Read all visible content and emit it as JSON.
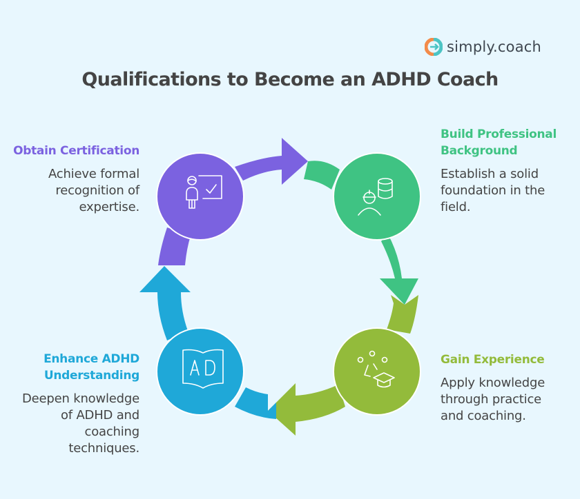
{
  "brand": {
    "name": "simply.coach",
    "icon": "simply-coach-logo-icon",
    "colors": {
      "orange": "#f38b4a",
      "teal": "#4cc4c4"
    }
  },
  "title": "Qualifications to Become an ADHD Coach",
  "steps": [
    {
      "id": "obtain-certification",
      "heading": "Obtain Certification",
      "description": "Achieve formal recognition of expertise.",
      "lines": [
        "Achieve formal",
        "recognition of",
        "expertise."
      ],
      "color": "#7b62e0",
      "icon": "teacher-checkmark-board-icon"
    },
    {
      "id": "build-professional-background",
      "heading": "Build Professional Background",
      "heading_lines": [
        "Build Professional",
        "Background"
      ],
      "description": "Establish a solid foundation in the field.",
      "lines": [
        "Establish a solid",
        "foundation in the",
        "field."
      ],
      "color": "#3fc383",
      "icon": "worker-database-icon"
    },
    {
      "id": "gain-experience",
      "heading": "Gain Experience",
      "description": "Apply knowledge through practice and coaching.",
      "lines": [
        "Apply knowledge",
        "through practice",
        "and coaching."
      ],
      "color": "#93bb3b",
      "icon": "graduation-network-icon"
    },
    {
      "id": "enhance-adhd-understanding",
      "heading": "Enhance ADHD Understanding",
      "heading_lines": [
        "Enhance ADHD",
        "Understanding"
      ],
      "description": "Deepen knowledge of ADHD and coaching techniques.",
      "lines": [
        "Deepen knowledge",
        "of ADHD and",
        "coaching",
        "techniques."
      ],
      "color": "#1fa8d8",
      "icon": "open-book-ad-icon"
    }
  ]
}
